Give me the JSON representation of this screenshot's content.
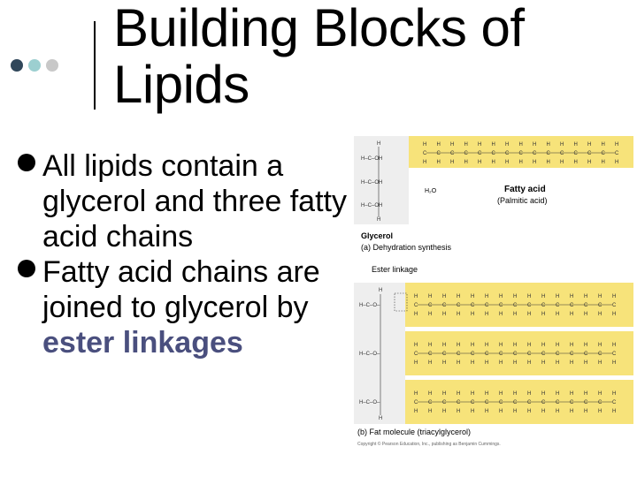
{
  "slide": {
    "title_line1": "Building Blocks of",
    "title_line2": "Lipids",
    "bullets": [
      {
        "text": "All lipids contain a glycerol and three fatty acid chains"
      },
      {
        "pre": "Fatty acid chains are joined to glycerol by ",
        "highlight": "ester linkages"
      }
    ],
    "colors": {
      "dot1": "#30475a",
      "dot2": "#9ccfd0",
      "dot3": "#c8c8c8",
      "highlight": "#4a4f7e",
      "band": "#f7e37a"
    }
  },
  "figure": {
    "fatty_acid_label": "Fatty acid",
    "palmitic_label": "(Palmitic acid)",
    "glycerol_label": "Glycerol",
    "caption_a": "(a) Dehydration synthesis",
    "water_label": "H₂O",
    "ester_label": "Ester linkage",
    "caption_b": "(b) Fat molecule (triacylglycerol)",
    "copyright": "Copyright © Pearson Education, Inc., publishing as Benjamin Cummings."
  }
}
